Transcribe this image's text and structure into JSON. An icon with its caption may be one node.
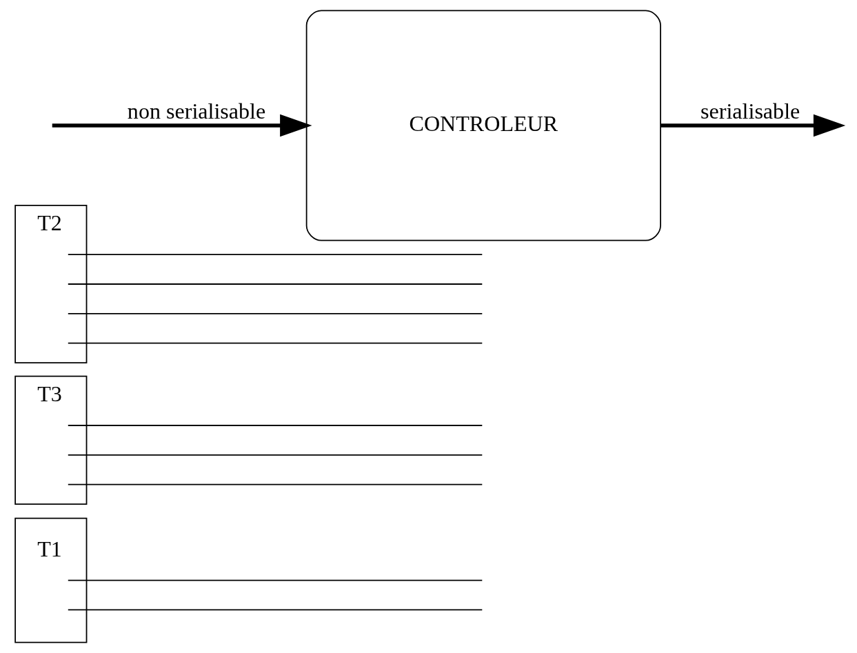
{
  "diagram": {
    "nodes": [
      {
        "text": [
          "T1"
        ]
      },
      {
        "text": [
          "T3"
        ]
      },
      {
        "text": [
          "T2"
        ]
      },
      {
        "text": [
          "CONTROLEUR"
        ]
      }
    ],
    "edges": [
      {
        "from": 0,
        "to": null,
        "arrow": "none"
      },
      {
        "from": 0,
        "to": null,
        "arrow": "none"
      },
      {
        "from": 1,
        "to": null,
        "arrow": "none"
      },
      {
        "from": 1,
        "to": null,
        "arrow": "none"
      },
      {
        "from": 1,
        "to": null,
        "arrow": "none"
      },
      {
        "from": 2,
        "to": null,
        "arrow": "none"
      },
      {
        "from": 2,
        "to": null,
        "arrow": "none"
      },
      {
        "from": 2,
        "to": null,
        "arrow": "none"
      },
      {
        "from": 2,
        "to": null,
        "arrow": "none"
      },
      {
        "from": null,
        "to": 3,
        "arrow": "to",
        "label": "non serialisable",
        "style": "thick"
      },
      {
        "from": 3,
        "to": null,
        "arrow": "to",
        "label": "serialisable",
        "style": "thick"
      }
    ]
  }
}
